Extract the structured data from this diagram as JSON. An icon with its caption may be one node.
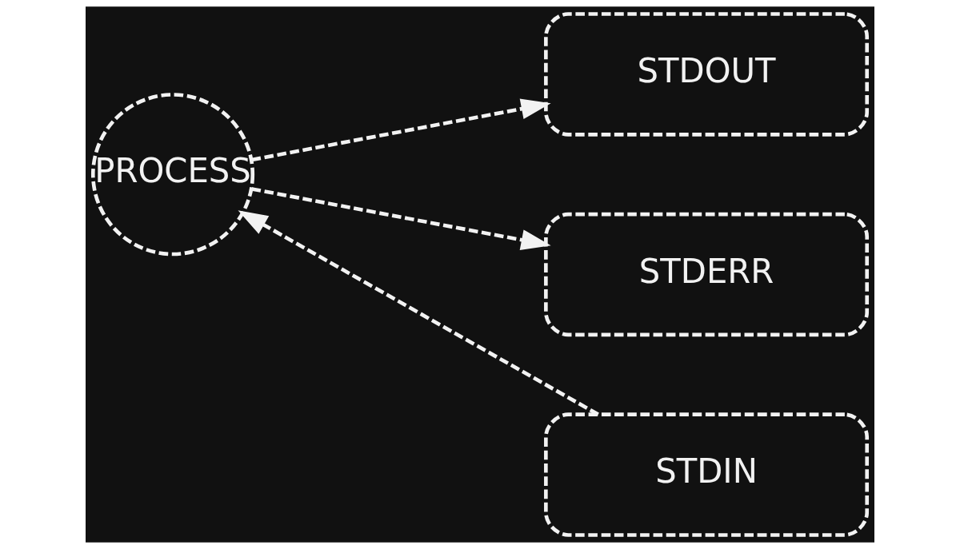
{
  "diagram": {
    "nodes": [
      {
        "text": [
          "PROCESS"
        ]
      },
      {
        "text": [
          "STDIN"
        ]
      },
      {
        "text": [
          "STDOUT"
        ]
      },
      {
        "text": [
          "STDERR"
        ]
      }
    ],
    "edges": [
      {
        "from": 1,
        "to": 0,
        "arrow": "to",
        "style": "dashed"
      },
      {
        "from": 0,
        "to": 2,
        "arrow": "to",
        "style": "dashed"
      },
      {
        "from": 0,
        "to": 3,
        "arrow": "to",
        "style": "dashed"
      }
    ]
  }
}
